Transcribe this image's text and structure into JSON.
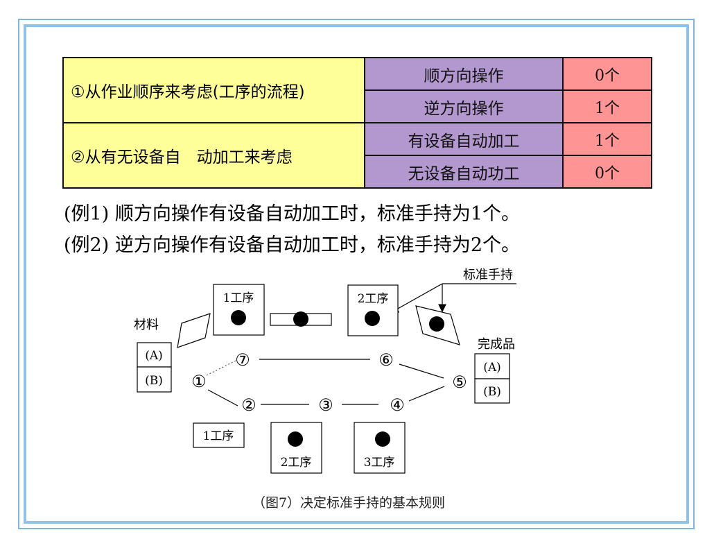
{
  "table": {
    "rows": [
      {
        "left": "①从作业顺序来考虑(工序的流程)",
        "sub": [
          {
            "mid": "顺方向操作",
            "right": "0个"
          },
          {
            "mid": "逆方向操作",
            "right": "1个"
          }
        ]
      },
      {
        "left": "②从有无设备自　动加工来考虑",
        "sub": [
          {
            "mid": "有设备自动加工",
            "right": "1个"
          },
          {
            "mid": "无设备自动功工",
            "right": "0个"
          }
        ]
      }
    ]
  },
  "examples": [
    "(例1) 顺方向操作有设备自动加工时，标准手持为1个。",
    "(例2) 逆方向操作有设备自动加工时，标准手持为2个。"
  ],
  "diagram": {
    "std_stock_label": "标准手持",
    "material_label": "材料",
    "finished_label": "完成品",
    "box_a": "(A)",
    "box_b": "(B)",
    "top_proc1": "1工序",
    "top_proc2": "2工序",
    "bot_proc1": "1工序",
    "bot_proc2": "2工序",
    "bot_proc3": "3工序",
    "n1": "①",
    "n2": "②",
    "n3": "③",
    "n4": "④",
    "n5": "⑤",
    "n6": "⑥",
    "n7": "⑦",
    "caption": "（图7）决定标准手持的基本规则"
  }
}
